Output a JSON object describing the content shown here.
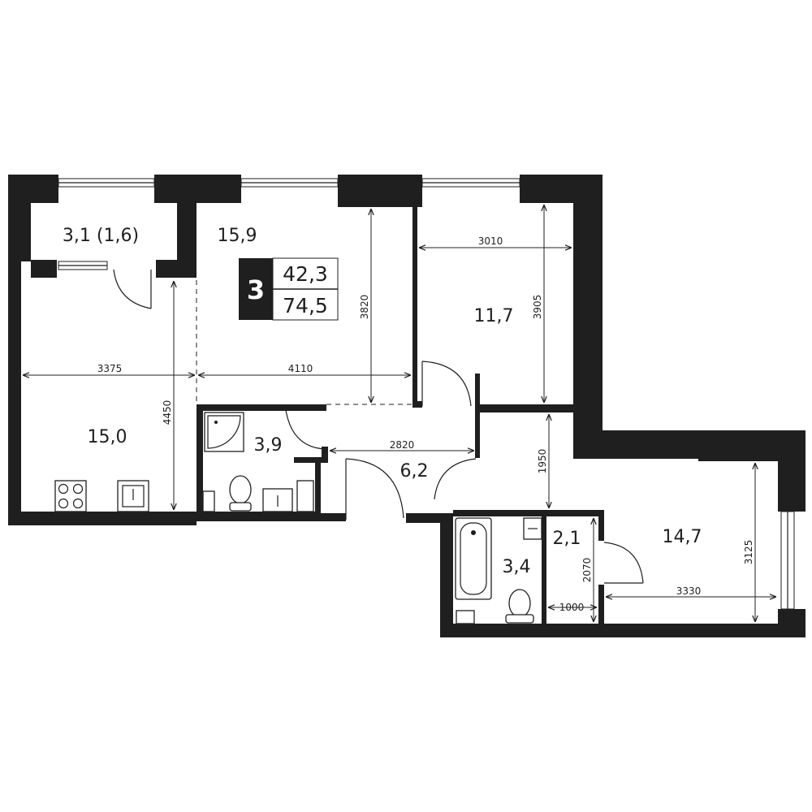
{
  "plan": {
    "rooms_count": "3",
    "living_area": "42,3",
    "total_area": "74,5",
    "rooms": [
      {
        "id": "balcony",
        "area": "3,1 (1,6)"
      },
      {
        "id": "living-room",
        "area": "15,9"
      },
      {
        "id": "bedroom-1",
        "area": "11,7"
      },
      {
        "id": "kitchen",
        "area": "15,0"
      },
      {
        "id": "bathroom-1",
        "area": "3,9"
      },
      {
        "id": "hallway",
        "area": "6,2"
      },
      {
        "id": "wc",
        "area": "2,1"
      },
      {
        "id": "bathroom-2",
        "area": "3,4"
      },
      {
        "id": "bedroom-2",
        "area": "14,7"
      }
    ],
    "dimensions": {
      "kitchen_width": "3375",
      "living_width": "4110",
      "kitchen_depth": "4450",
      "living_depth": "3820",
      "bedroom1_width": "3010",
      "bedroom1_depth": "3905",
      "hall_width": "2820",
      "corridor_length": "1950",
      "bath2_depth": "2070",
      "wc_width": "1000",
      "bedroom2_width": "3330",
      "bedroom2_depth": "3125"
    }
  }
}
